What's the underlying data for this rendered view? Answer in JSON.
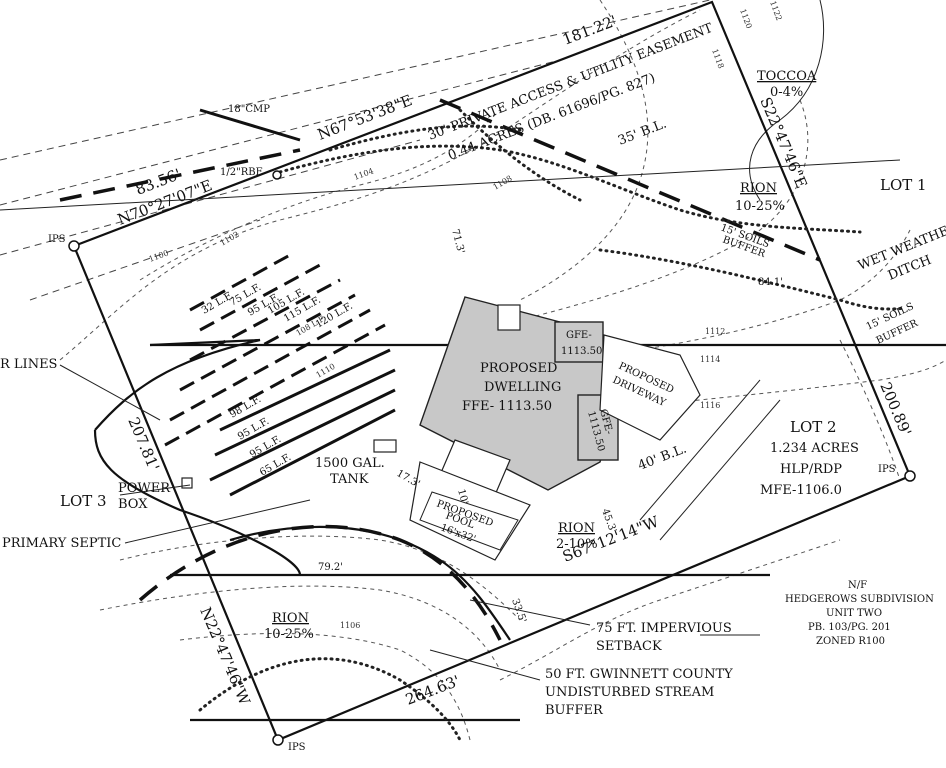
{
  "labels": {
    "lot1": "LOT 1",
    "lot3": "LOT 3",
    "lot2": "LOT 2",
    "lot2_acres": "1.234 ACRES",
    "lot2_hlp": "HLP/RDP",
    "lot2_mfe": "MFE-1106.0",
    "easement_1": "30' PRIVATE ACCESS & UTILITY EASEMENT",
    "easement_2": "0.44 ACRES (DB. 61696/PG. 827)",
    "dist_top": "181.22'",
    "bearing_top": "N67°53'38\"E",
    "dist_tl": "83.56'",
    "bearing_tl": "N70°27'07\"E",
    "cmp": "18\"CMP",
    "rbf": "1/2\"RBF",
    "ips_tl": "IPS",
    "ips_r": "IPS",
    "ips_b": "IPS",
    "bearing_right": "S22°47'46\"E",
    "dist_right": "200.89'",
    "bearing_bottom": "S67°12'14\"W",
    "dist_bottom": "264.63'",
    "bearing_left": "N22°47'46\"W",
    "dist_left": "207.81'",
    "soil_toccoa": "TOCCOA",
    "soil_toccoa_slope": "0-4%",
    "soil_rion1": "RION",
    "soil_rion1_slope": "10-25%",
    "soil_rion2": "RION",
    "soil_rion2_slope": "2-10%",
    "soil_rion3": "RION",
    "soil_rion3_slope": "10-25%",
    "soils_buffer_1": "15' SOILS",
    "soils_buffer_1b": "BUFFER",
    "soils_buffer_2": "15' SOILS",
    "soils_buffer_2b": "BUFFER",
    "wet_weather_1": "WET WEATHER",
    "wet_weather_2": "DITCH",
    "bl_35": "35' B.L.",
    "bl_40": "40' B.L.",
    "dwelling_1": "PROPOSED",
    "dwelling_2": "DWELLING",
    "dwelling_3": "FFE- 1113.50",
    "gfe_1": "GFE-",
    "gfe_2": "1113.50",
    "gfe_side_1": "GFE-",
    "gfe_side_2": "1113.50",
    "driveway_1": "PROPOSED",
    "driveway_2": "DRIVEWAY",
    "pool_1": "PROPOSED",
    "pool_2": "POOL",
    "pool_3": "16'x32'",
    "pool_dim": "10'",
    "tank_1": "1500 GAL.",
    "tank_2": "TANK",
    "power_1": "POWER",
    "power_2": "BOX",
    "primary_septic": "PRIMARY SEPTIC",
    "lines_left": "R LINES",
    "impervious_1": "75 FT. IMPERVIOUS",
    "impervious_2": "SETBACK",
    "stream_1": "50 FT. GWINNETT COUNTY",
    "stream_2": "UNDISTURBED STREAM",
    "stream_3": "BUFFER",
    "nf_1": "N/F",
    "nf_2": "HEDGEROWS SUBDIVISION",
    "nf_3": "UNIT TWO",
    "nf_4": "PB. 103/PG. 201",
    "nf_5": "ZONED R100",
    "dim_71": "71.3'",
    "dim_84": "84.1'",
    "dim_79": "79.2'",
    "dim_17": "17.3'",
    "dim_45": "45.3'",
    "dim_33": "33.5'",
    "fl": [
      "32 L.F.",
      "75 L.F.",
      "95 L.F.",
      "105 L.F.",
      "115 L.F.",
      "108 L.F.",
      "120 L.F.",
      "98 L.F.",
      "95 L.F.",
      "95 L.F.",
      "65 L.F."
    ],
    "contours": [
      "1100",
      "1102",
      "1104",
      "1106",
      "1108",
      "1110",
      "1112",
      "1114",
      "1116",
      "1118",
      "1120",
      "1122"
    ]
  }
}
